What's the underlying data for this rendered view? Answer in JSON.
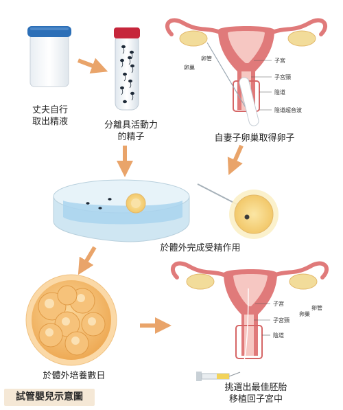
{
  "captions": {
    "husband": [
      "丈夫自行",
      "取出精液"
    ],
    "sperm_sep": [
      "分離具活動力",
      "的精子"
    ],
    "egg_retrieval": "自妻子卵巢取得卵子",
    "fertilization": "於體外完成受精作用",
    "culture": "於體外培養數日",
    "transfer": [
      "挑選出最佳胚胎",
      "移植回子宮中"
    ]
  },
  "top_anatomy": {
    "oviduct": "卵管",
    "ovary": "卵巢",
    "uterus": "子宮",
    "cervix": "子宮頸",
    "vagina": "陰道",
    "probe": "陰道超音波"
  },
  "bottom_anatomy": {
    "uterus": "子宮",
    "cervix": "子宮頸",
    "vagina": "陰道",
    "oviduct": "卵管",
    "ovary": "卵巢"
  },
  "title": "試管嬰兒示意圖",
  "colors": {
    "arrow": "#e9a46a",
    "uterus": "#e07a7a",
    "uterus_inner": "#f6c7c2",
    "ovary": "#f2dc9a",
    "dish": "#cfe6f2",
    "embryo": "#f4c37d",
    "cup_lid": "#2c6fb7",
    "tube_cap": "#c6263b",
    "title_bg": "#f5e8d6"
  }
}
